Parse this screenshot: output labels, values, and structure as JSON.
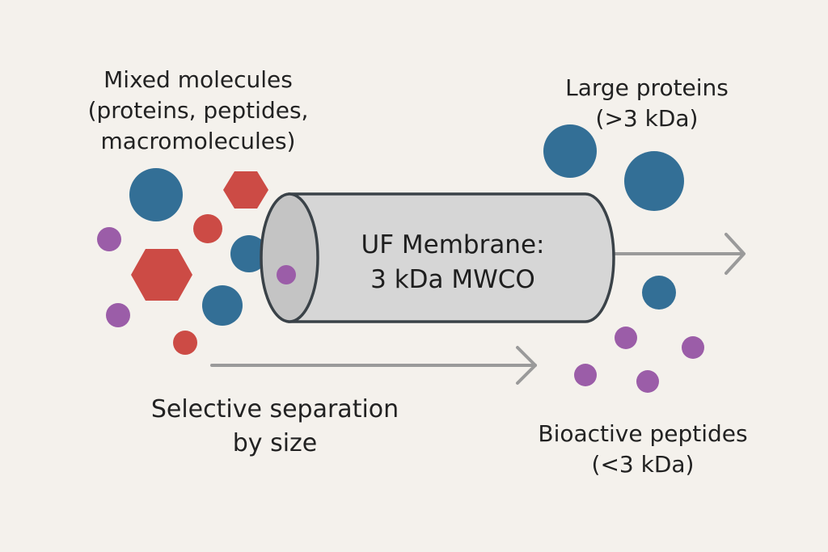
{
  "labels": {
    "mixed": {
      "line1": "Mixed molecules",
      "line2": "(proteins, peptides,",
      "line3": "macromolecules)"
    },
    "large": {
      "line1": "Large proteins",
      "line2": "(>3 kDa)"
    },
    "membrane": {
      "line1": "UF Membrane:",
      "line2": "3 kDa MWCO"
    },
    "selective": {
      "line1": "Selective separation",
      "line2": "by size"
    },
    "bioactive": {
      "line1": "Bioactive peptides",
      "line2": "(<3 kDa)"
    }
  },
  "colors": {
    "background": "#f4f1ec",
    "protein": "#336f96",
    "macromolecule": "#cc4b45",
    "peptide": "#9b5da8",
    "membrane_fill": "#d6d6d6",
    "membrane_end": "#c4c4c4",
    "membrane_stroke": "#3a4248",
    "arrow": "#9a9a9a"
  },
  "icons": {
    "protein": "blue-circle",
    "macromolecule": "red-hexagon",
    "small_macromolecule": "red-circle",
    "peptide": "purple-circle",
    "membrane": "cylinder",
    "arrow": "right-arrow"
  }
}
